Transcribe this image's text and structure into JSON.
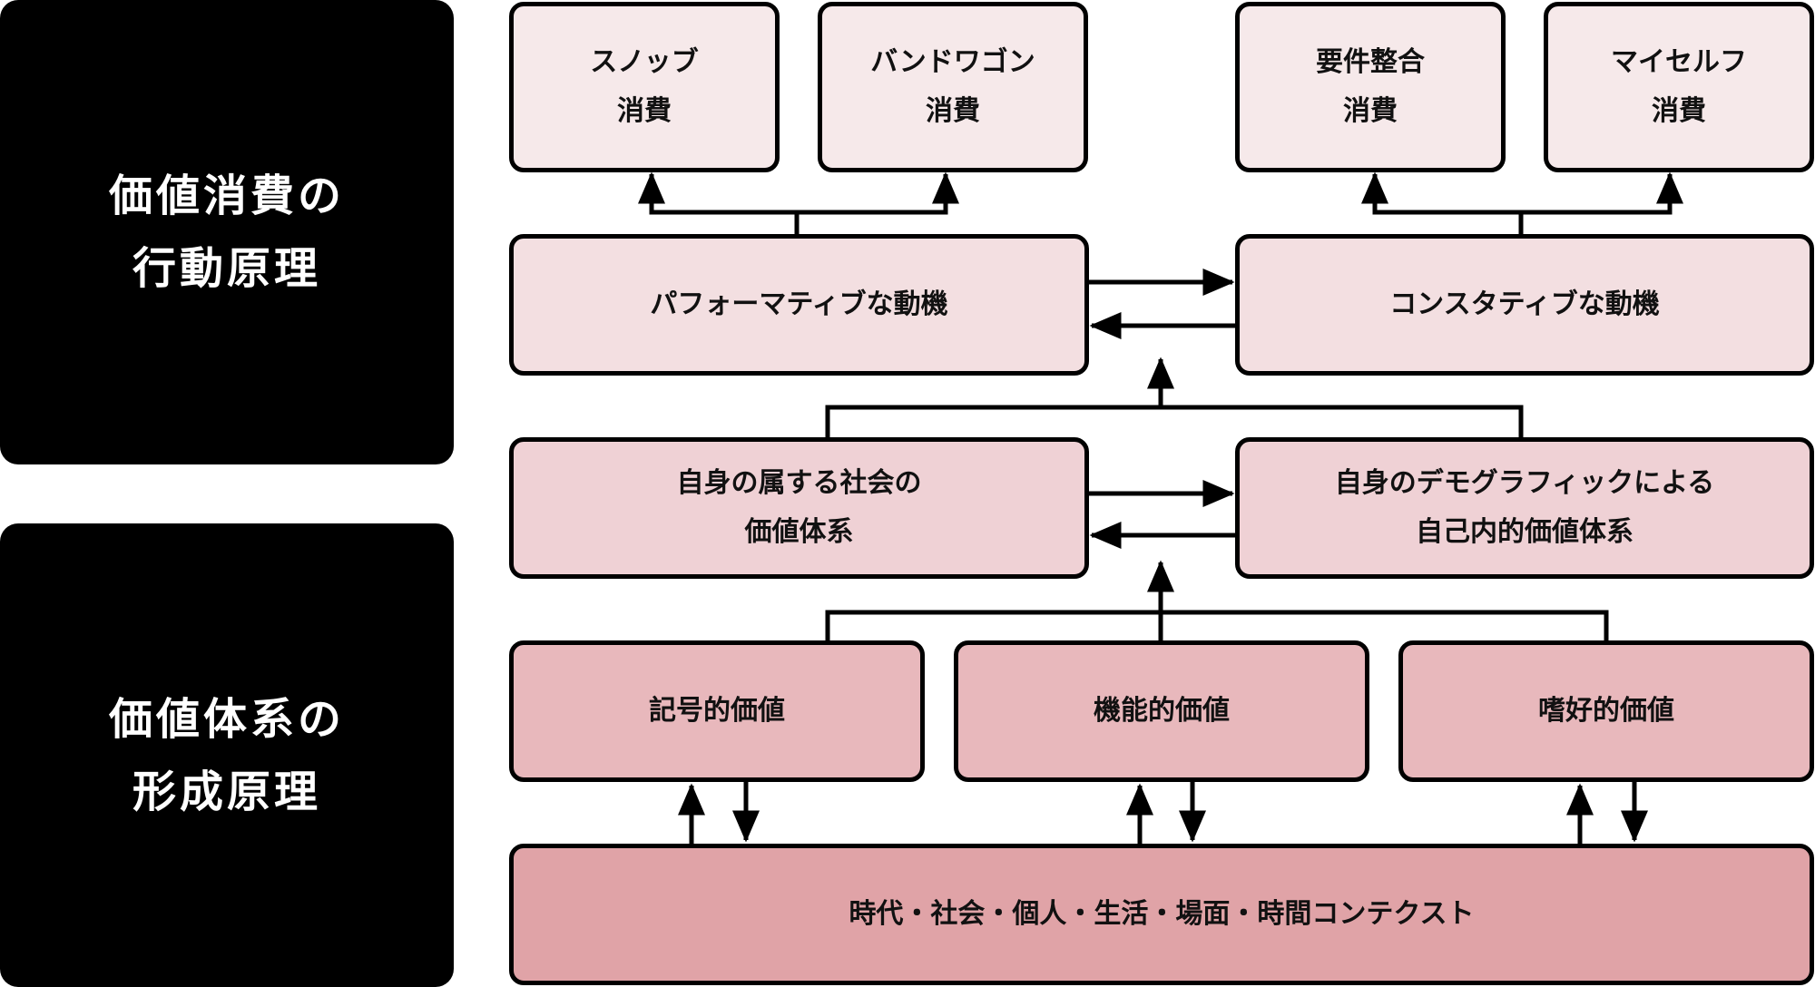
{
  "colors": {
    "panel": "#000000",
    "outcome_fill": "#f6e9ea",
    "motive_fill": "#f3dfe1",
    "value_system_fill": "#efd1d5",
    "value_fill": "#e8b8bc",
    "context_fill": "#e0a3a7",
    "stroke": "#000000"
  },
  "panels": {
    "behavior": {
      "line1": "価値消費の",
      "line2": "行動原理"
    },
    "formation": {
      "line1": "価値体系の",
      "line2": "形成原理"
    }
  },
  "consumption": {
    "snob": {
      "line1": "スノッブ",
      "line2": "消費"
    },
    "bandwagon": {
      "line1": "バンドワゴン",
      "line2": "消費"
    },
    "requirement": {
      "line1": "要件整合",
      "line2": "消費"
    },
    "myself": {
      "line1": "マイセルフ",
      "line2": "消費"
    }
  },
  "motives": {
    "performative": "パフォーマティブな動機",
    "constative": "コンスタティブな動機"
  },
  "value_systems": {
    "social": {
      "line1": "自身の属する社会の",
      "line2": "価値体系"
    },
    "self": {
      "line1": "自身のデモグラフィックによる",
      "line2": "自己内的価値体系"
    }
  },
  "values": {
    "symbolic": "記号的価値",
    "functional": "機能的価値",
    "preference": "嗜好的価値"
  },
  "context": {
    "label": "時代・社会・個人・生活・場面・時間コンテクスト"
  }
}
